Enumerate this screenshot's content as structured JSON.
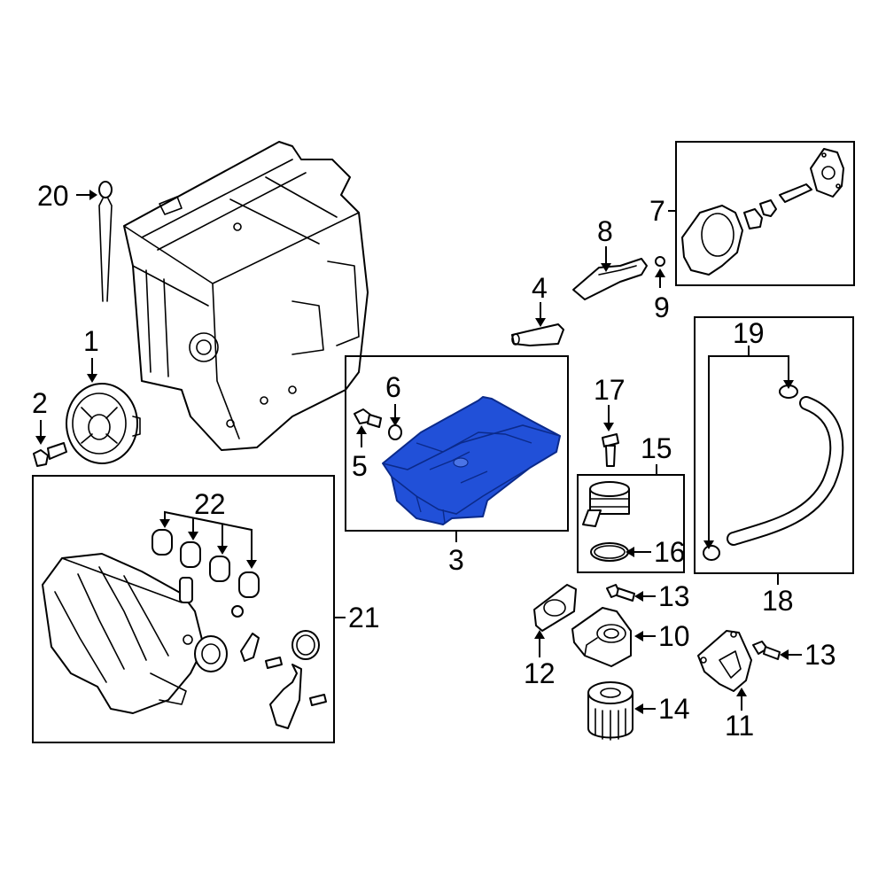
{
  "colors": {
    "highlight_fill": "#2150d8",
    "highlight_dark": "#0b2a8a",
    "line": "#000000",
    "background": "#ffffff"
  },
  "callouts": {
    "c1": "1",
    "c2": "2",
    "c3": "3",
    "c4": "4",
    "c5": "5",
    "c6": "6",
    "c7": "7",
    "c8": "8",
    "c9": "9",
    "c10": "10",
    "c11": "11",
    "c12": "12",
    "c13a": "13",
    "c13b": "13",
    "c14": "14",
    "c15": "15",
    "c16": "16",
    "c17": "17",
    "c18": "18",
    "c19": "19",
    "c20": "20",
    "c21": "21",
    "c22": "22"
  }
}
